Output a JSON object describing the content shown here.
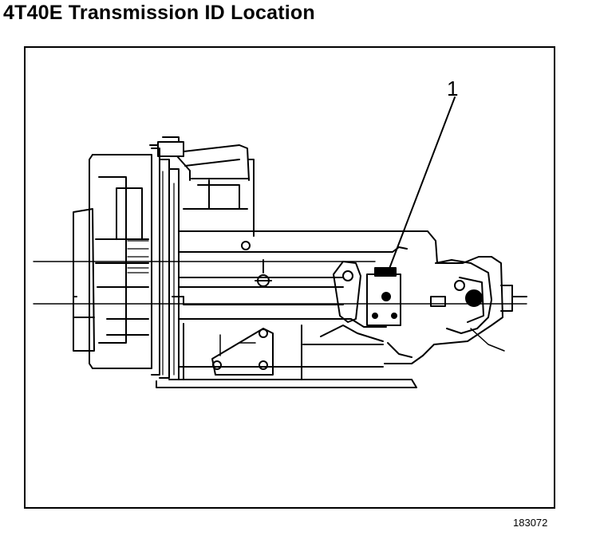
{
  "header": {
    "title": "4T40E Transmission ID Location"
  },
  "diagram": {
    "callout_label": "1"
  },
  "footer": {
    "figure_number": "183072"
  }
}
